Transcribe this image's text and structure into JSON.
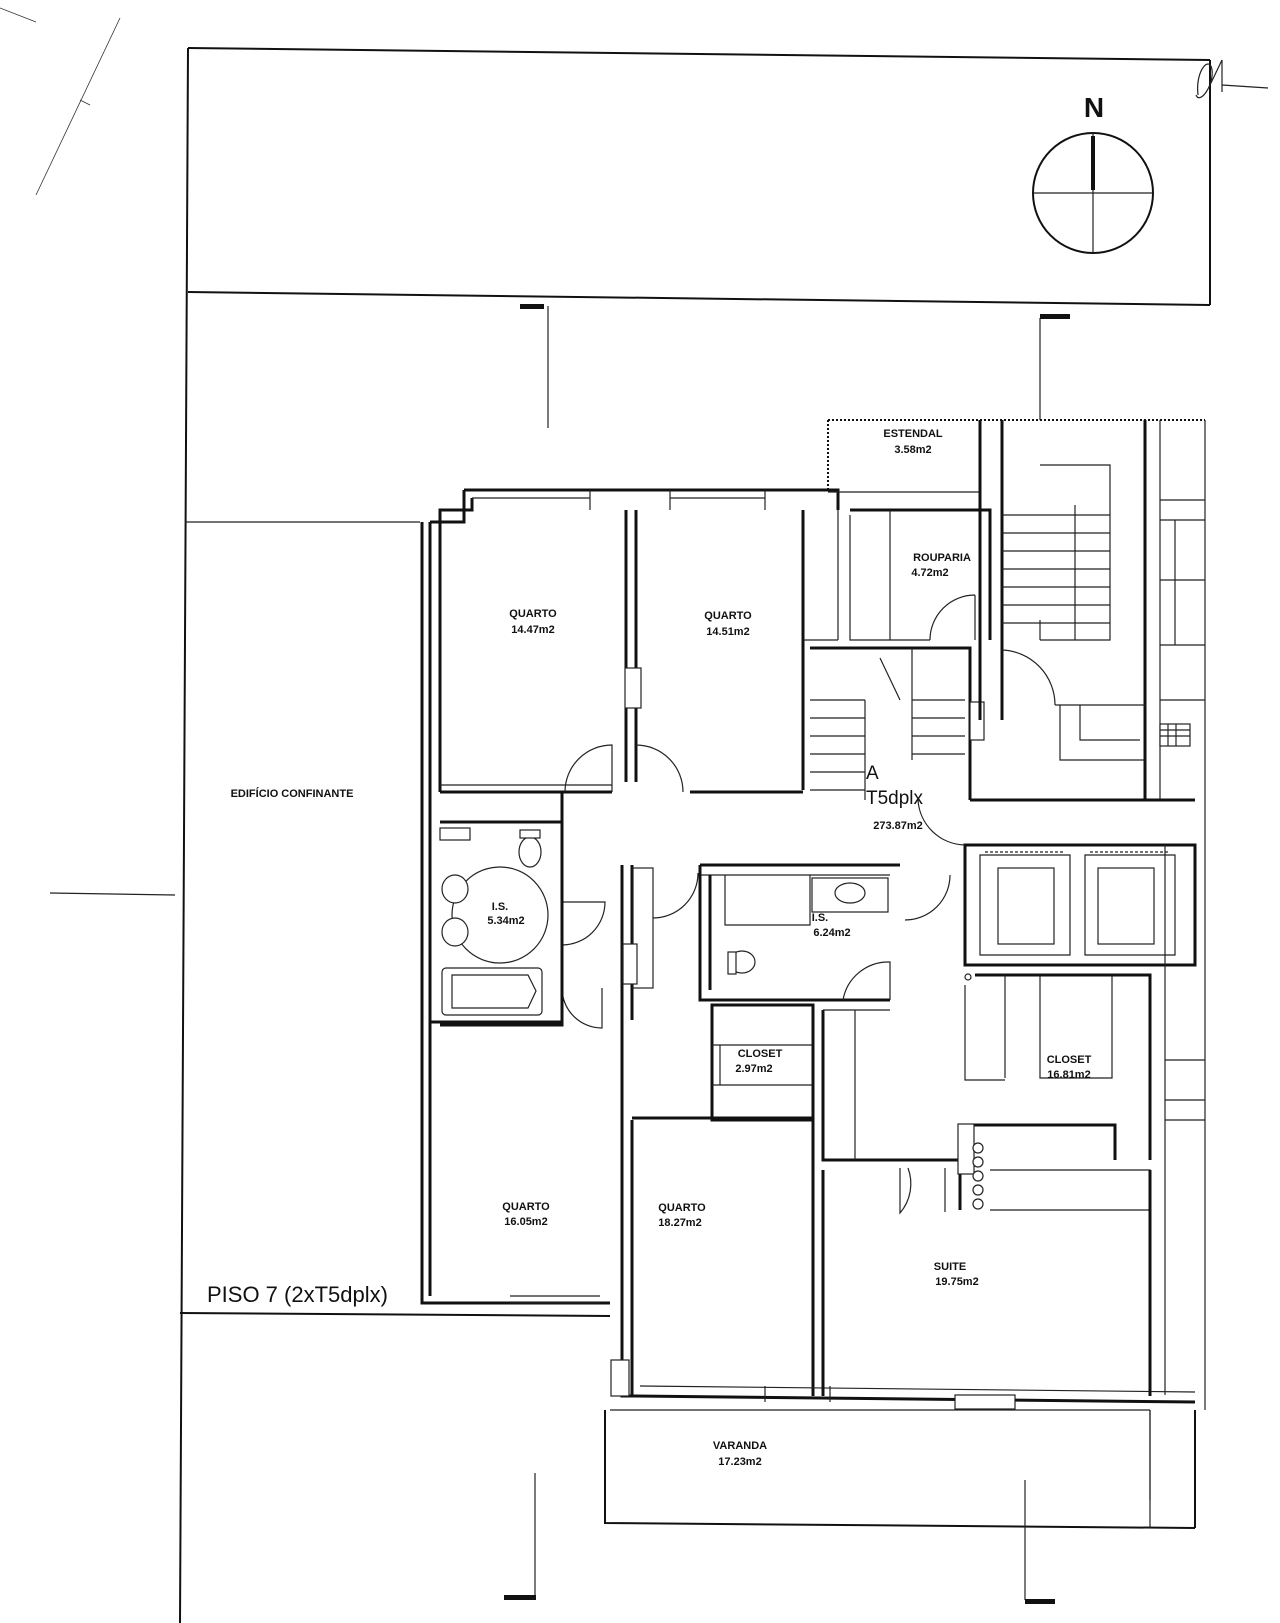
{
  "north_label": "N",
  "floor_title": "PISO 7 (2xT5dplx)",
  "neighbour_building": "EDIFÍCIO CONFINANTE",
  "unit": {
    "letter": "A",
    "type": "T5dplx",
    "area": "273.87m2"
  },
  "rooms": [
    {
      "id": "estendal",
      "name": "ESTENDAL",
      "area": "3.58m2"
    },
    {
      "id": "rouparia",
      "name": "ROUPARIA",
      "area": "4.72m2"
    },
    {
      "id": "quarto-1",
      "name": "QUARTO",
      "area": "14.47m2"
    },
    {
      "id": "quarto-2",
      "name": "QUARTO",
      "area": "14.51m2"
    },
    {
      "id": "is-1",
      "name": "I.S.",
      "area": "5.34m2"
    },
    {
      "id": "is-2",
      "name": "I.S.",
      "area": "6.24m2"
    },
    {
      "id": "closet-1",
      "name": "CLOSET",
      "area": "2.97m2"
    },
    {
      "id": "closet-2",
      "name": "CLOSET",
      "area": "16.81m2"
    },
    {
      "id": "quarto-3",
      "name": "QUARTO",
      "area": "16.05m2"
    },
    {
      "id": "quarto-4",
      "name": "QUARTO",
      "area": "18.27m2"
    },
    {
      "id": "suite",
      "name": "SUITE",
      "area": "19.75m2"
    },
    {
      "id": "varanda",
      "name": "VARANDA",
      "area": "17.23m2"
    }
  ]
}
